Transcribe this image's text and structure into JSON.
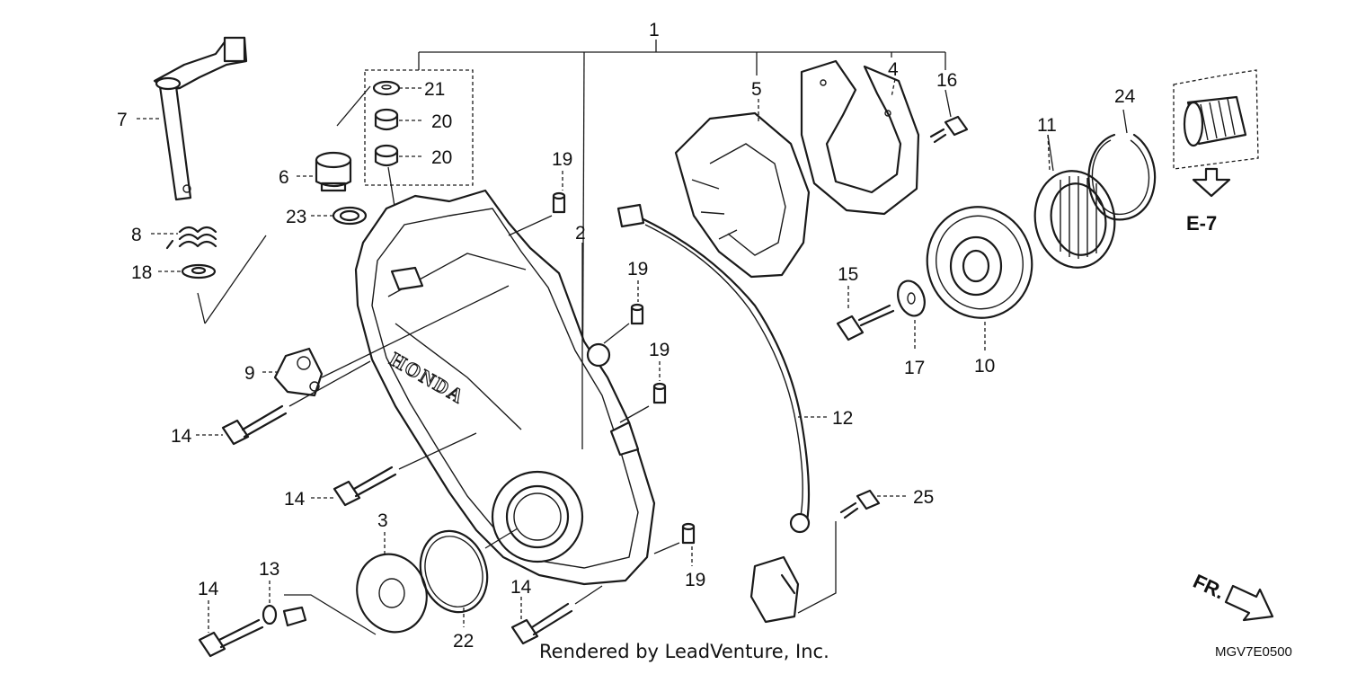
{
  "diagram": {
    "callouts": {
      "c1": "1",
      "c2": "2",
      "c3": "3",
      "c4": "4",
      "c5": "5",
      "c6": "6",
      "c7": "7",
      "c8": "8",
      "c9": "9",
      "c10": "10",
      "c11": "11",
      "c12": "12",
      "c13": "13",
      "c14a": "14",
      "c14b": "14",
      "c14c": "14",
      "c14d": "14",
      "c15": "15",
      "c16": "16",
      "c17": "17",
      "c18": "18",
      "c19a": "19",
      "c19b": "19",
      "c19c": "19",
      "c19d": "19",
      "c20a": "20",
      "c20b": "20",
      "c21": "21",
      "c22": "22",
      "c23": "23",
      "c24": "24",
      "c25": "25"
    },
    "reference_label": "E-7",
    "front_label": "FR.",
    "cover_brand": "HONDA",
    "credit": "Rendered by LeadVenture, Inc.",
    "drawing_code": "MGV7E0500"
  }
}
